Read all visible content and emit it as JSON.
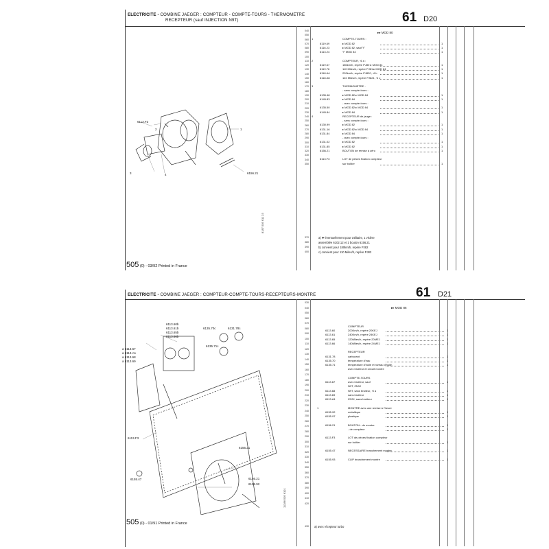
{
  "top": {
    "header_title_1": "ELECTRICITE -",
    "header_title_2": "COMBINE JAEGER : COMPTEUR - COMPTE-TOURS - THERMOMETRE",
    "header_title_3": "RECEPTEUR (sauf INJECTION N9T)",
    "page_number": "61",
    "page_code": "D20",
    "mod_header": "MOD 80",
    "footer_code": "505",
    "footer_text": "(0) - 03/92 Printed in France",
    "vertical_text": "8187 505 611 23",
    "callouts": [
      "2",
      "1",
      "3",
      "4",
      "6113.F3",
      "6156.21"
    ],
    "line_numbers": [
      "040",
      "050",
      "060",
      "070",
      "080",
      "090",
      "100",
      "110",
      "120",
      "130",
      "140",
      "150",
      "160",
      "170",
      "180",
      "190",
      "200",
      "210",
      "220",
      "230",
      "240",
      "250",
      "260",
      "270",
      "280",
      "290",
      "300",
      "310",
      "320",
      "330",
      "340",
      "350"
    ],
    "rows": [
      {
        "idx": "",
        "ref": "",
        "txt": "",
        "qty": ""
      },
      {
        "idx": "1",
        "ref": "",
        "txt": "COMPTE-TOURS :",
        "qty": ""
      },
      {
        "idx": "",
        "ref": "6119.69",
        "txt": "▸ MOD 82",
        "qty": "1"
      },
      {
        "idx": "",
        "ref": "6116.23",
        "txt": "▸ MOD 82, sauf ♈",
        "qty": "1"
      },
      {
        "idx": "",
        "ref": "6113.24",
        "txt": "♈ MOD 84",
        "qty": "1"
      },
      {
        "idx": "",
        "ref": "",
        "txt": "",
        "qty": ""
      },
      {
        "idx": "2",
        "ref": "",
        "txt": "COMPTEUR, ⊲ a :",
        "qty": ""
      },
      {
        "idx": "",
        "ref": "6119.67",
        "txt": "180km/h, repère PJ80 ▸ MOD 84",
        "qty": "1"
      },
      {
        "idx": "",
        "ref": "6119.76",
        "txt": "110 Miles/h, repère PJ81 ▸ MOD 84",
        "qty": "1"
      },
      {
        "idx": "",
        "ref": "6118.A4",
        "txt": "220km/h, repère PJ820, ⊲ b",
        "qty": "1"
      },
      {
        "idx": "",
        "ref": "6118.A5",
        "txt": "140 Miles/h, repère PJ821, ⊲ c",
        "qty": "1"
      },
      {
        "idx": "",
        "ref": "",
        "txt": "",
        "qty": ""
      },
      {
        "idx": "3",
        "ref": "",
        "txt": "THERMOMETRE :",
        "qty": ""
      },
      {
        "idx": "",
        "ref": "",
        "txt": "- sans compte-tours :",
        "qty": ""
      },
      {
        "idx": "",
        "ref": "6135.48",
        "txt": "▸ MOD 82 ▸ MOD 84",
        "qty": "1"
      },
      {
        "idx": "",
        "ref": "6145.83",
        "txt": "▸ MOD 84",
        "qty": "1"
      },
      {
        "idx": "",
        "ref": "",
        "txt": "- avec compte-tours :",
        "qty": ""
      },
      {
        "idx": "",
        "ref": "6135.50",
        "txt": "▸ MOD 82 ▸ MOD 84",
        "qty": "1"
      },
      {
        "idx": "",
        "ref": "6145.84",
        "txt": "▸ MOD 84",
        "qty": "1"
      },
      {
        "idx": "4",
        "ref": "",
        "txt": "RECEPTEUR de jauge :",
        "qty": ""
      },
      {
        "idx": "",
        "ref": "",
        "txt": "- sans compte-tours :",
        "qty": ""
      },
      {
        "idx": "",
        "ref": "6130.99",
        "txt": "▸ MOD 82",
        "qty": "1"
      },
      {
        "idx": "",
        "ref": "6131.16",
        "txt": "▸ MOD 82 ▸ MOD 84",
        "qty": "1"
      },
      {
        "idx": "",
        "ref": "6131.84",
        "txt": "▸ MOD 84",
        "qty": "1"
      },
      {
        "idx": "",
        "ref": "",
        "txt": "- avec compte-tours :",
        "qty": ""
      },
      {
        "idx": "",
        "ref": "6131.02",
        "txt": "▸ MOD 82",
        "qty": "1"
      },
      {
        "idx": "",
        "ref": "6131.85",
        "txt": "▸ MOD 82",
        "qty": "1"
      },
      {
        "idx": "",
        "ref": "6156.21",
        "txt": "BOUTON de remise à zéro",
        "qty": "1"
      },
      {
        "idx": "",
        "ref": "",
        "txt": "",
        "qty": ""
      },
      {
        "idx": "",
        "ref": "6113.F3",
        "txt": "LOT de pièces fixation compteur",
        "qty": ""
      },
      {
        "idx": "",
        "ref": "",
        "txt": "sur boîtier",
        "qty": "1"
      }
    ],
    "notes_line_numbers": [
      "370",
      "380",
      "390",
      "400"
    ],
    "notes": [
      "a) ✚ éventuellement pour Utilitaire, 1 visière",
      "assemblée 6102.12 et 1 bouton 6156.21",
      "b) convient pour 180km/h, repère PJ82",
      "c) convient pour 110 Miles/h, repère PJ83"
    ]
  },
  "bottom": {
    "header_title_1": "ELECTRICITE -",
    "header_title_2": "COMBINE JAEGER : COMPTEUR-COMPTE-TOURS-RECEPTEURS-MONTRE",
    "page_number": "61",
    "page_code": "D21",
    "mod_header": "MOD 86",
    "footer_code": "505",
    "footer_text": "(0) - 01/91 Printed in France",
    "vertical_text": "11286 505 6101",
    "callouts": [
      "6113.60b",
      "6113.61b",
      "6113.65b",
      "6113.66b",
      "6135.70c",
      "6131.78c",
      "6135.71c",
      "a 6113.67",
      "a 6113.A1",
      "a 6113.68",
      "a 6113.69",
      "6113.F3",
      "6156.21",
      "6155.47",
      "6156.21",
      "6155.92"
    ],
    "line_numbers": [
      "030",
      "040",
      "050",
      "060",
      "070",
      "080",
      "090",
      "100",
      "110",
      "120",
      "130",
      "140",
      "150",
      "160",
      "170",
      "180",
      "190",
      "200",
      "210",
      "220",
      "230",
      "240",
      "250",
      "260",
      "270",
      "280",
      "290",
      "300",
      "310",
      "320",
      "330",
      "340",
      "350",
      "360",
      "370",
      "380",
      "390",
      "400",
      "410",
      "420"
    ],
    "rows": [
      {
        "idx": "",
        "ref": "",
        "txt": "",
        "qty": ""
      },
      {
        "idx": "",
        "ref": "",
        "txt": "",
        "qty": ""
      },
      {
        "idx": "",
        "ref": "",
        "txt": "",
        "qty": ""
      },
      {
        "idx": "",
        "ref": "",
        "txt": "COMPTEUR",
        "qty": ""
      },
      {
        "idx": "",
        "ref": "6113.60",
        "txt": "200Km/h, repère 20KEJ",
        "qty": "1"
      },
      {
        "idx": "",
        "ref": "6113.61",
        "txt": "240Km/h, repère 24KEJ",
        "qty": "1"
      },
      {
        "idx": "",
        "ref": "6113.65",
        "txt": "120Miles/h, repère 20MEJ",
        "qty": "1"
      },
      {
        "idx": "",
        "ref": "6113.66",
        "txt": "140Miles/h, repère 24MEJ",
        "qty": "1"
      },
      {
        "idx": "",
        "ref": "",
        "txt": "",
        "qty": ""
      },
      {
        "idx": "",
        "ref": "",
        "txt": "RECEPTEUR",
        "qty": ""
      },
      {
        "idx": "",
        "ref": "6131.78",
        "txt": "carburant",
        "qty": "1"
      },
      {
        "idx": "",
        "ref": "6135.70",
        "txt": "température d'eau",
        "qty": "1"
      },
      {
        "idx": "",
        "ref": "6135.71",
        "txt": "température d'huile et niveau d'huile,",
        "qty": "1"
      },
      {
        "idx": "",
        "ref": "",
        "txt": "avec bruiteur et circuit montre",
        "qty": ""
      },
      {
        "idx": "",
        "ref": "",
        "txt": "",
        "qty": ""
      },
      {
        "idx": "",
        "ref": "",
        "txt": "COMPTE-TOURS",
        "qty": ""
      },
      {
        "idx": "",
        "ref": "6113.67",
        "txt": "avec bruiteur, sauf",
        "qty": "1"
      },
      {
        "idx": "",
        "ref": "",
        "txt": "N9T, ZN3J",
        "qty": ""
      },
      {
        "idx": "",
        "ref": "6113.68",
        "txt": "N9T, sans bruiteur, ⊲ a",
        "qty": "1"
      },
      {
        "idx": "",
        "ref": "6113.69",
        "txt": "sans bruiteur",
        "qty": "1"
      },
      {
        "idx": "",
        "ref": "6113.A1",
        "txt": "ZN3J, sans bruiteur",
        "qty": "1"
      },
      {
        "idx": "",
        "ref": "",
        "txt": "",
        "qty": ""
      },
      {
        "idx": "1",
        "ref": "",
        "txt": "MONTRE avec axe remise à l'heure",
        "qty": ""
      },
      {
        "idx": "",
        "ref": "6155.92",
        "txt": "métallique",
        "qty": "1"
      },
      {
        "idx": "",
        "ref": "6155.97",
        "txt": "plastique",
        "qty": "1"
      },
      {
        "idx": "",
        "ref": "",
        "txt": "",
        "qty": ""
      },
      {
        "idx": "",
        "ref": "6156.21",
        "txt": "BOUTON - de montre",
        "qty": "1"
      },
      {
        "idx": "",
        "ref": "",
        "txt": "- de compteur",
        "qty": "1"
      },
      {
        "idx": "",
        "ref": "",
        "txt": "",
        "qty": ""
      },
      {
        "idx": "",
        "ref": "6113.F3",
        "txt": "LOT de pièces fixation compteur",
        "qty": ""
      },
      {
        "idx": "",
        "ref": "",
        "txt": "sur boîtier",
        "qty": "1"
      },
      {
        "idx": "",
        "ref": "",
        "txt": "",
        "qty": ""
      },
      {
        "idx": "",
        "ref": "6155.47",
        "txt": "NECESSAIRE branchement montre",
        "qty": "1"
      },
      {
        "idx": "",
        "ref": "",
        "txt": "",
        "qty": ""
      },
      {
        "idx": "",
        "ref": "6155.93",
        "txt": "CLIP branchement montre",
        "qty": "1"
      }
    ],
    "note_line_number": "430",
    "note": "a) avec récepteur turbo"
  }
}
